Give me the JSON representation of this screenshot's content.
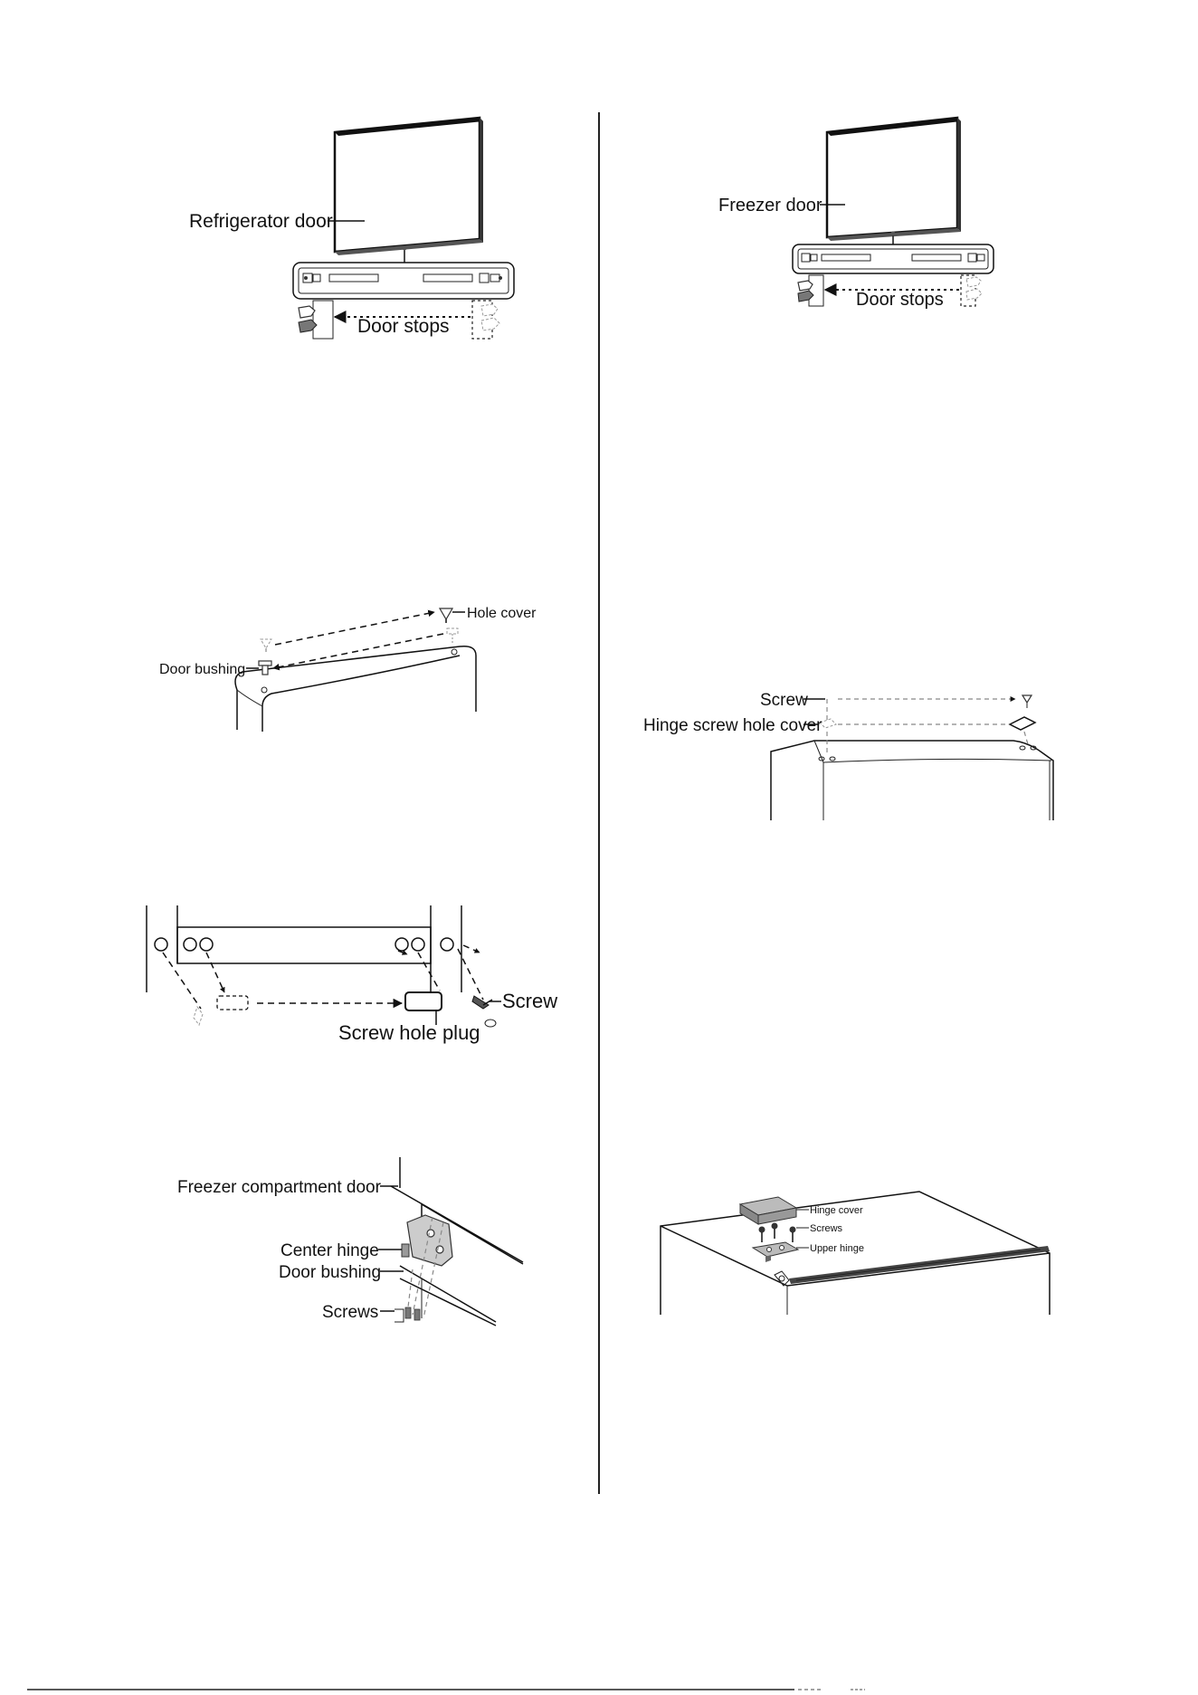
{
  "figures": {
    "fig1": {
      "door": "Refrigerator door",
      "stops": "Door stops"
    },
    "fig2": {
      "door": "Freezer door",
      "stops": "Door stops"
    },
    "fig3": {
      "cover": "Hole cover",
      "bushing": "Door bushing"
    },
    "fig4": {
      "screw": "Screw",
      "cover": "Hinge screw hole cover"
    },
    "fig5": {
      "screw": "Screw",
      "plug": "Screw hole plug"
    },
    "fig6": {
      "door": "Freezer compartment door",
      "hinge": "Center hinge",
      "bushing": "Door bushing",
      "screws": "Screws"
    },
    "fig7": {
      "cover": "Hinge cover",
      "screws": "Screws",
      "hinge": "Upper hinge"
    }
  }
}
